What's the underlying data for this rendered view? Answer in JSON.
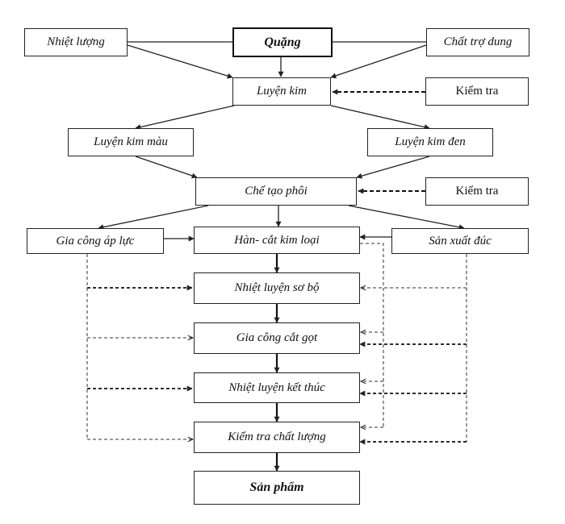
{
  "nodes": {
    "heat": "Nhiệt lượng",
    "ore": "Quặng",
    "flux": "Chất trợ dung",
    "metallurgy": "Luyện kim",
    "inspect_top": "Kiểm tra",
    "nonferrous": "Luyện kim màu",
    "ferrous": "Luyện kim đen",
    "blank": "Chế tạo phôi",
    "inspect_mid": "Kiểm tra",
    "pressure": "Gia công áp lực",
    "welding": "Hàn- cắt kim loại",
    "casting": "Sản xuất đúc",
    "preheat": "Nhiệt luyện sơ bộ",
    "machining": "Gia công cắt gọt",
    "finalheat": "Nhiệt luyện kết thúc",
    "quality": "Kiểm tra chất lượng",
    "product": "Sản phẩm"
  },
  "colors": {
    "line": "#222222",
    "border": "#111111",
    "background": "#ffffff"
  }
}
